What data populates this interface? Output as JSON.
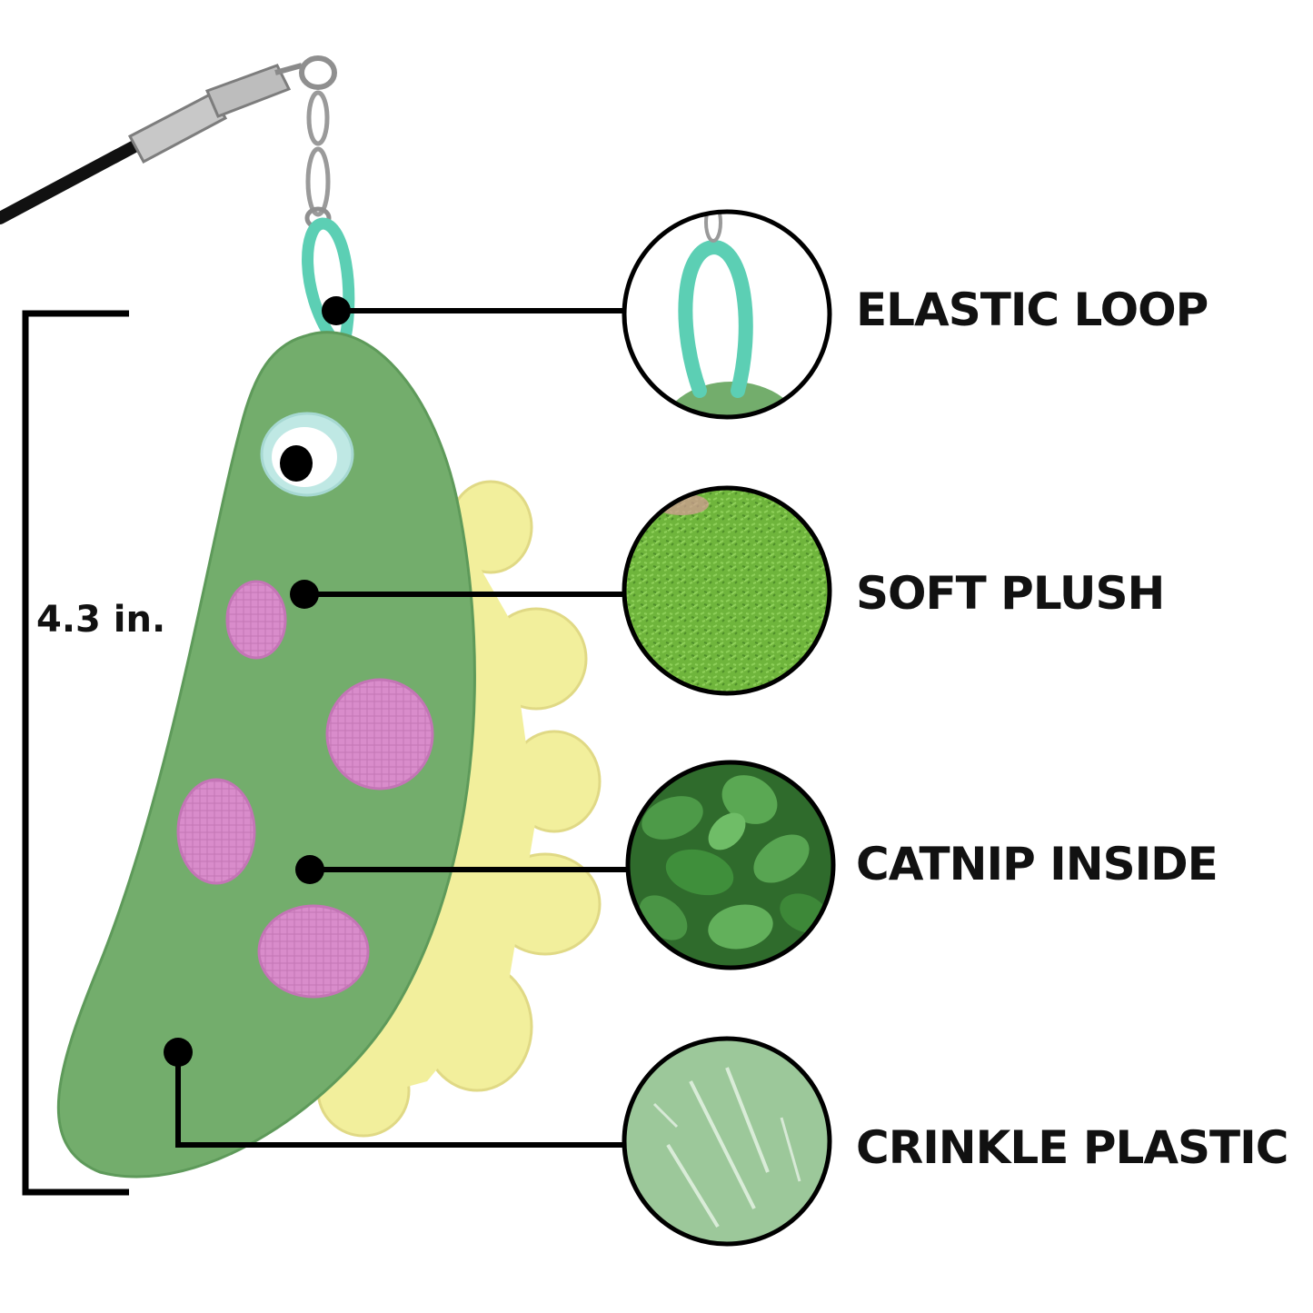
{
  "dimension": {
    "label": "4.3 in."
  },
  "features": [
    {
      "label": "ELASTIC LOOP"
    },
    {
      "label": "SOFT PLUSH"
    },
    {
      "label": "CATNIP INSIDE"
    },
    {
      "label": "CRINKLE PLASTIC"
    }
  ],
  "colors": {
    "plush_green": "#73ad6c",
    "plush_dark": "#5e9a5a",
    "frill_yellow": "#f2ef9c",
    "spot_pink": "#d98ccb",
    "loop_teal": "#5ccfb4",
    "leaf_green": "#3f8f3b",
    "crinkle_green": "#9cc89a",
    "line": "#000000"
  }
}
